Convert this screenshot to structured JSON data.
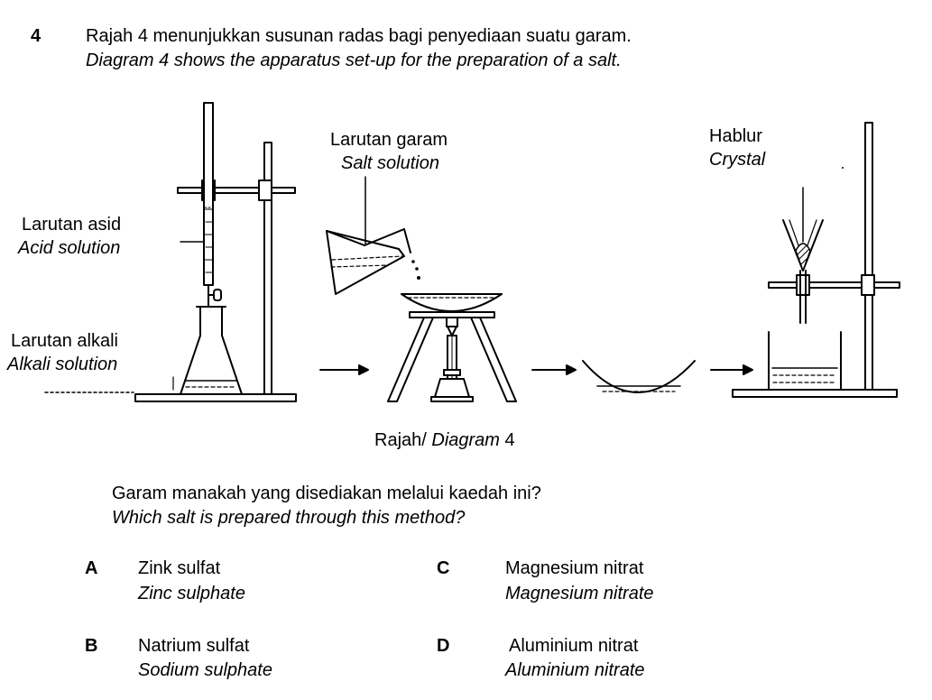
{
  "question": {
    "number": "4",
    "text_ms": "Rajah 4 menunjukkan susunan radas bagi penyediaan suatu garam.",
    "text_en": "Diagram 4 shows the apparatus set-up for the preparation of a salt."
  },
  "diagram": {
    "labels": {
      "acid_ms": "Larutan asid",
      "acid_en": "Acid solution",
      "alkali_ms": "Larutan alkali",
      "alkali_en": "Alkali solution",
      "salt_ms": "Larutan garam",
      "salt_en": "Salt solution",
      "crystal_ms": "Hablur",
      "crystal_en": "Crystal"
    },
    "caption_ms": "Rajah/",
    "caption_en": "Diagram",
    "caption_num": "4"
  },
  "prompt": {
    "text_ms": "Garam manakah yang disediakan melalui kaedah ini?",
    "text_en": "Which salt is prepared through this method?"
  },
  "options": [
    {
      "letter": "A",
      "ms": "Zink sulfat",
      "en": "Zinc sulphate"
    },
    {
      "letter": "B",
      "ms": "Natrium sulfat",
      "en": "Sodium sulphate"
    },
    {
      "letter": "C",
      "ms": "Magnesium nitrat",
      "en": "Magnesium nitrate"
    },
    {
      "letter": "D",
      "ms": "Aluminium nitrat",
      "en": "Aluminium nitrate"
    }
  ]
}
